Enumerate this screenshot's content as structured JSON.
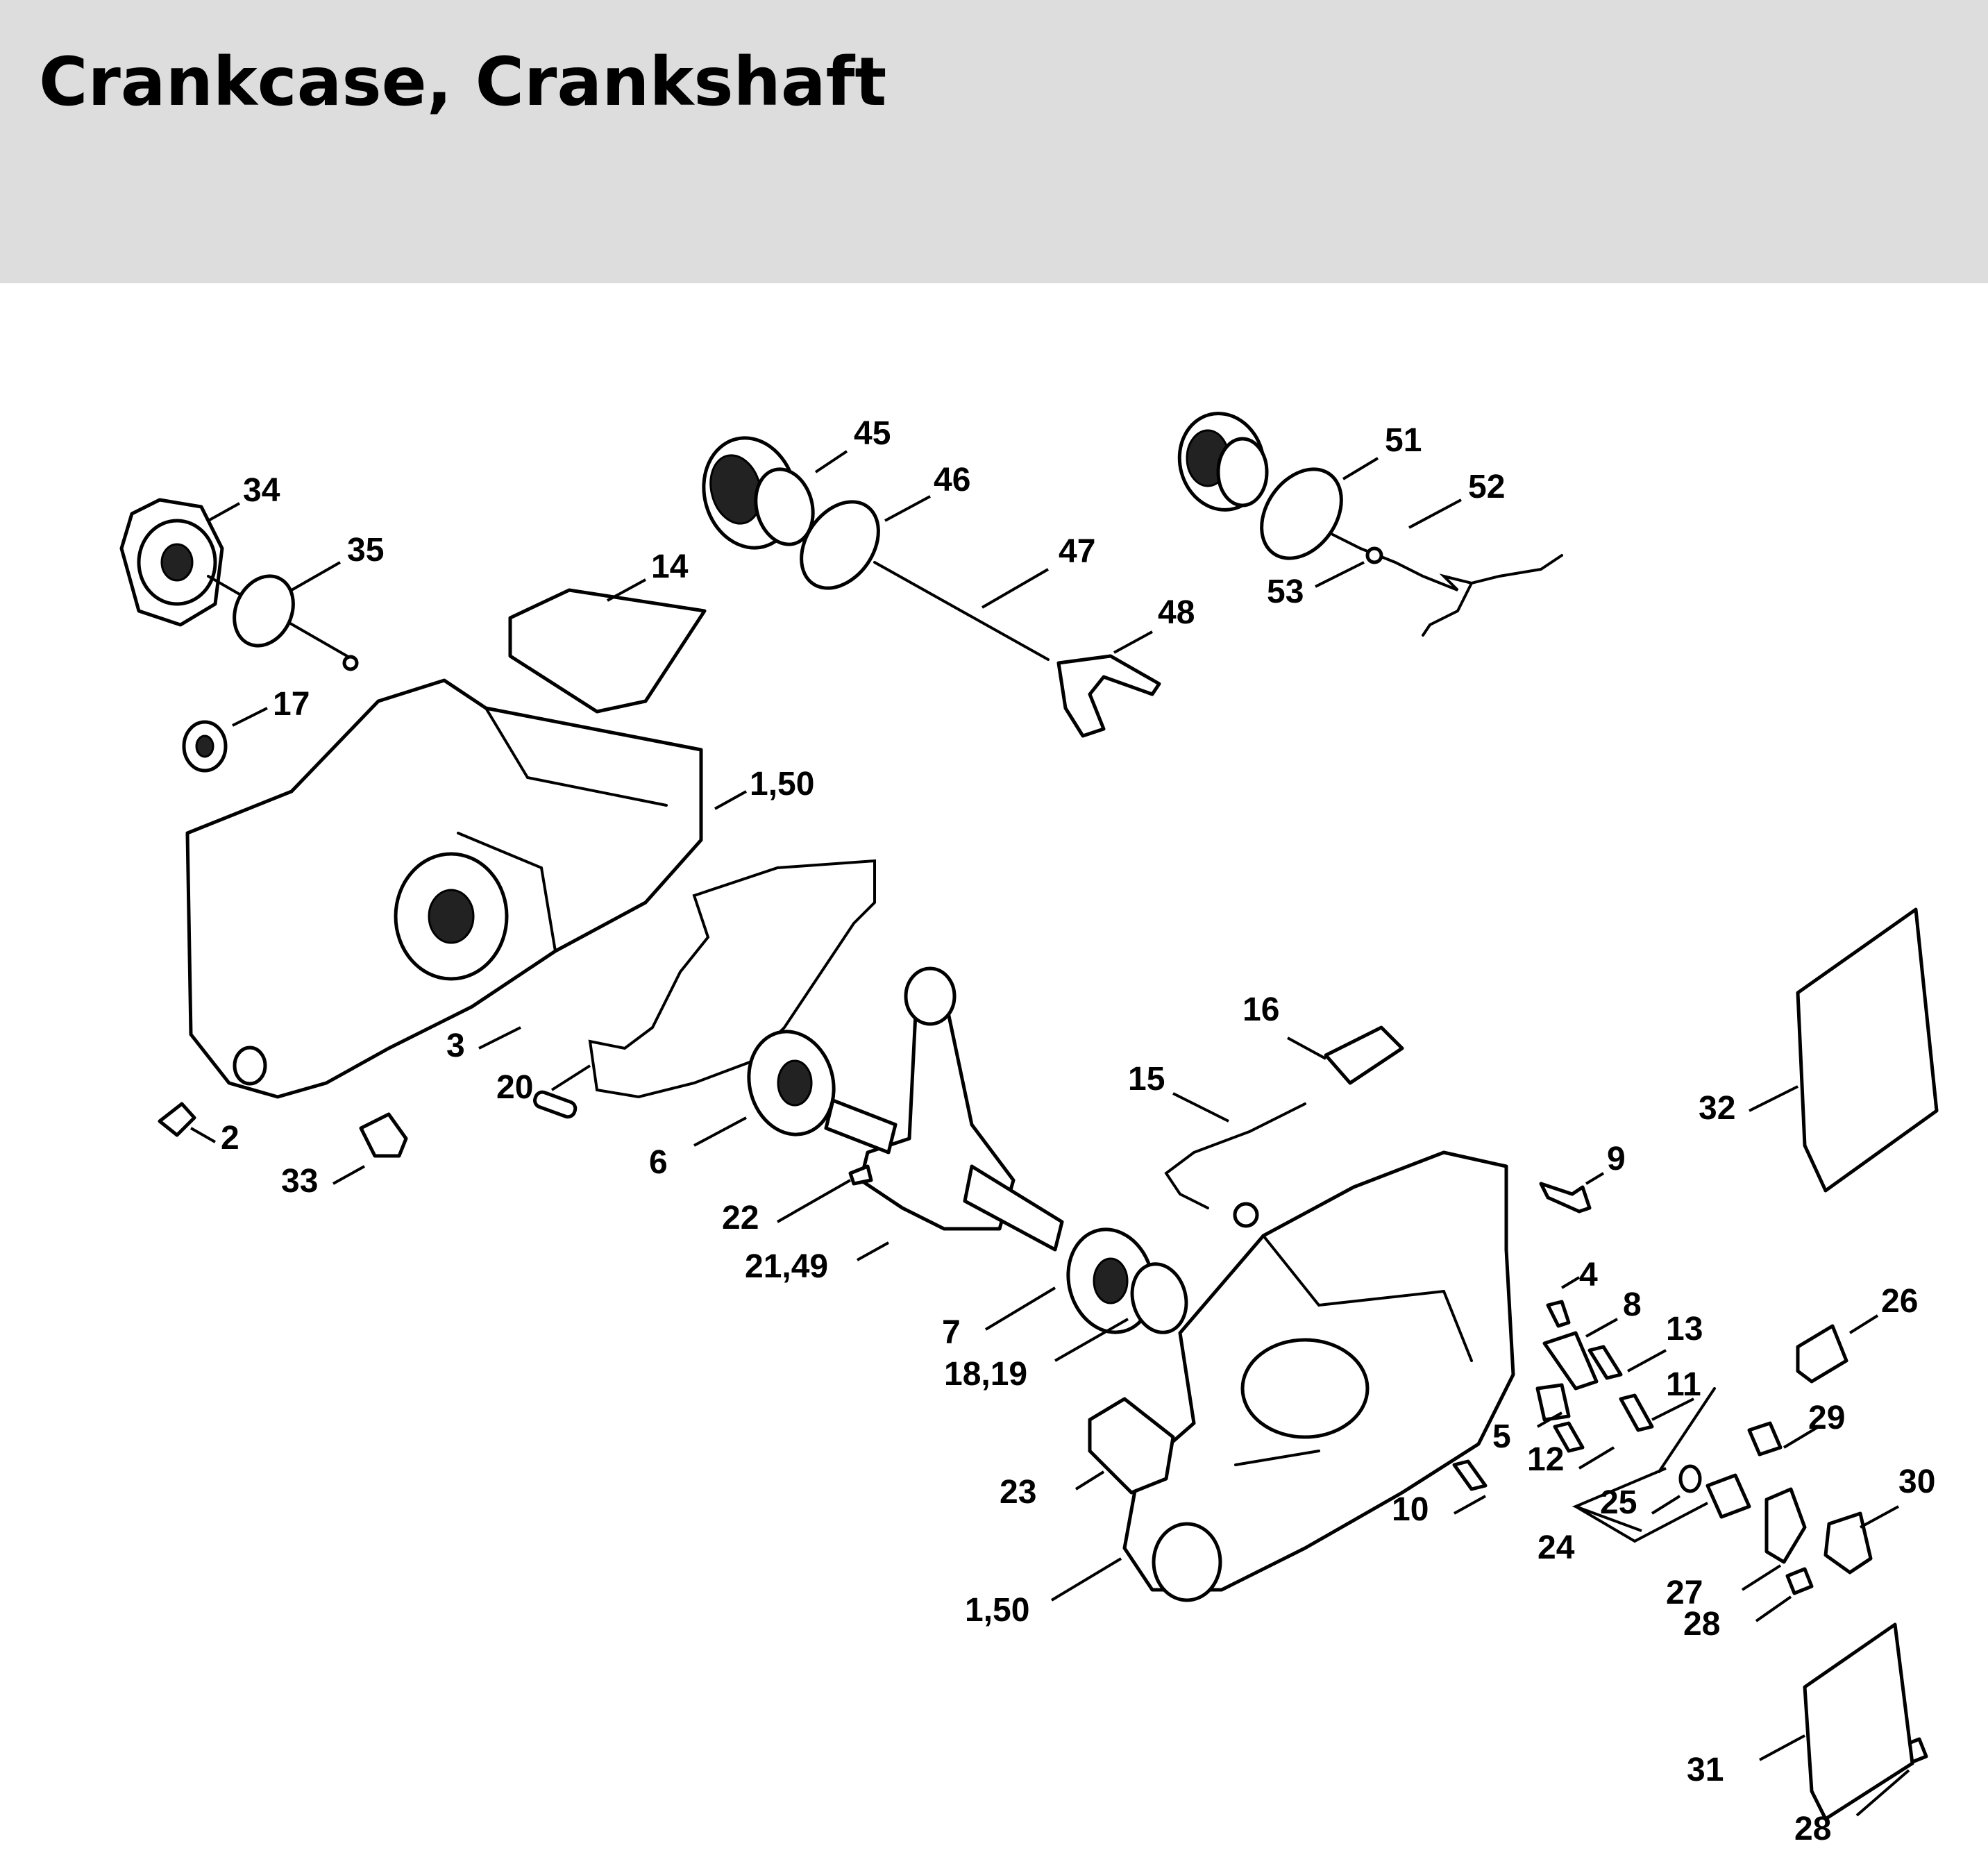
{
  "header": {
    "title": "Crankcase, Crankshaft",
    "background": "#dcdddc"
  },
  "diagram": {
    "callouts": [
      "34",
      "35",
      "45",
      "46",
      "47",
      "48",
      "14",
      "51",
      "52",
      "53",
      "17",
      "1,50",
      "3",
      "20",
      "2",
      "33",
      "6",
      "22",
      "21,49",
      "7",
      "18,19",
      "16",
      "15",
      "9",
      "32",
      "4",
      "8",
      "13",
      "26",
      "11",
      "5",
      "12",
      "29",
      "25",
      "10",
      "23",
      "24",
      "30",
      "27",
      "28",
      "1,50",
      "31",
      "28"
    ]
  }
}
